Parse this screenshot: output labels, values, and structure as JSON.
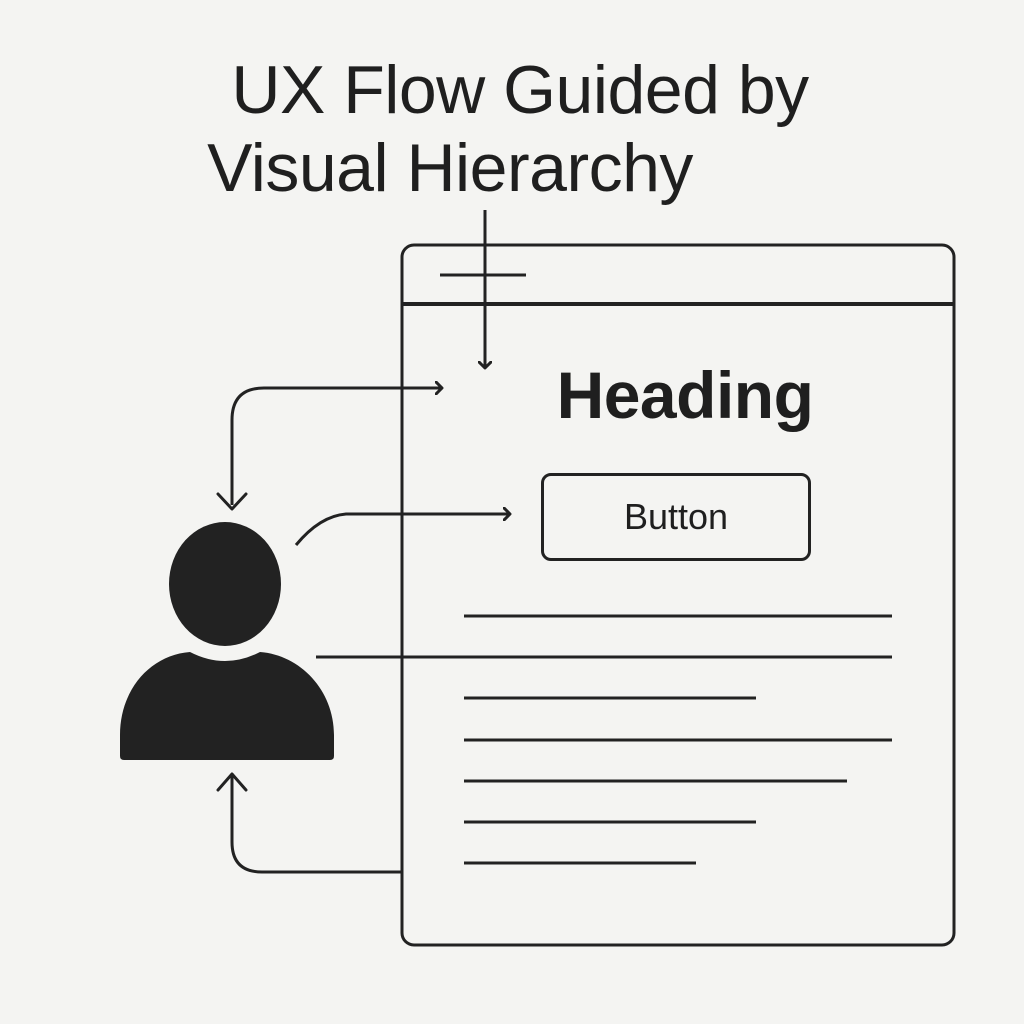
{
  "title": {
    "line1": "UX Flow Guided by",
    "line2": "Visual Hierarchy"
  },
  "page": {
    "heading": "Heading",
    "button_label": "Button"
  },
  "icons": {
    "user": "user-icon"
  },
  "colors": {
    "background": "#f4f4f2",
    "ink": "#222222"
  }
}
